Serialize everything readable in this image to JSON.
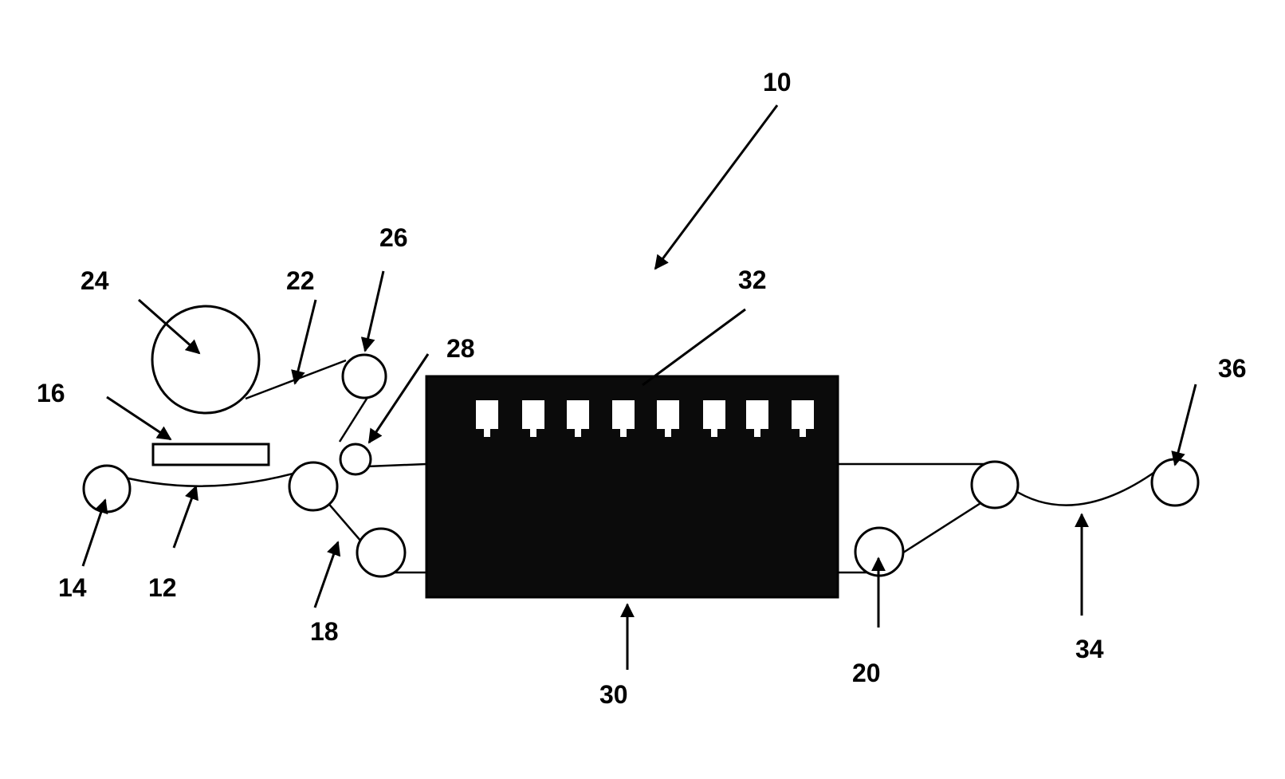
{
  "labels": {
    "l10": "10",
    "l12": "12",
    "l14": "14",
    "l16": "16",
    "l18": "18",
    "l20": "20",
    "l22": "22",
    "l24": "24",
    "l26": "26",
    "l28": "28",
    "l30": "30",
    "l32": "32",
    "l34": "34",
    "l36": "36"
  },
  "colors": {
    "line": "#000000",
    "background": "#ffffff",
    "chamber": "#0b0b0b"
  }
}
